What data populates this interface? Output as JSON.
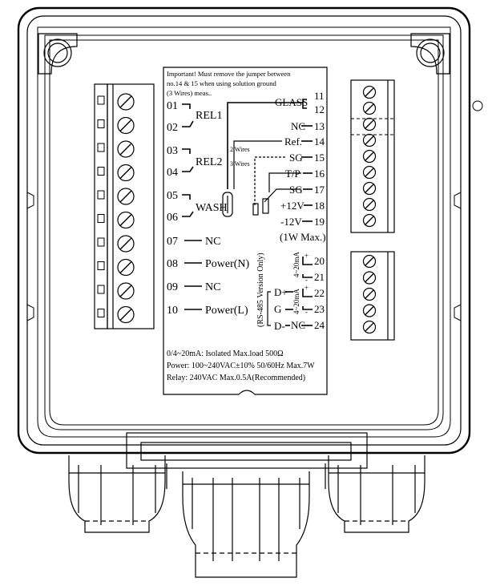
{
  "label_panel": {
    "notice": [
      "Important! Must remove the jumper between",
      "no.14 & 15 when using solution ground",
      "(3 Wires) meas.."
    ],
    "wiring": {
      "two_wires": "2 Wires",
      "three_wires": "3 Wires"
    },
    "left_terminals": [
      {
        "num": "01",
        "label": ""
      },
      {
        "num": "02",
        "label": "REL1"
      },
      {
        "num": "03",
        "label": ""
      },
      {
        "num": "04",
        "label": "REL2"
      },
      {
        "num": "05",
        "label": ""
      },
      {
        "num": "06",
        "label": "WASH"
      },
      {
        "num": "07",
        "label": "NC"
      },
      {
        "num": "08",
        "label": "Power(N)"
      },
      {
        "num": "09",
        "label": "NC"
      },
      {
        "num": "10",
        "label": "Power(L)"
      }
    ],
    "right_terminals": [
      {
        "num": "11",
        "label": "GLASS"
      },
      {
        "num": "12",
        "label": ""
      },
      {
        "num": "13",
        "label": "NC"
      },
      {
        "num": "14",
        "label": "Ref."
      },
      {
        "num": "15",
        "label": "SG"
      },
      {
        "num": "16",
        "label": "T/P"
      },
      {
        "num": "17",
        "label": "SG"
      },
      {
        "num": "18",
        "label": "+12V"
      },
      {
        "num": "19",
        "label": "-12V"
      }
    ],
    "max_note": "(1W Max.)",
    "output_terminals": [
      {
        "num": "20",
        "sign": "+"
      },
      {
        "num": "21",
        "sign": "-"
      },
      {
        "num": "22",
        "sign": "+"
      },
      {
        "num": "23",
        "sign": "-"
      },
      {
        "num": "24",
        "label": "NC"
      }
    ],
    "current_label_1": "4~20mA",
    "current_label_2": "4~20mA",
    "rs485_label": "(RS-485 Version Only)",
    "rs485_pins": {
      "d_plus": "D+",
      "g": "G",
      "d_minus": "D-"
    },
    "footer": [
      "0/4~20mA: Isolated Max.load 500Ω",
      "Power: 100~240VAC±10% 50/60Hz Max.7W",
      "Relay: 240VAC Max.0.5A(Recommended)"
    ]
  }
}
